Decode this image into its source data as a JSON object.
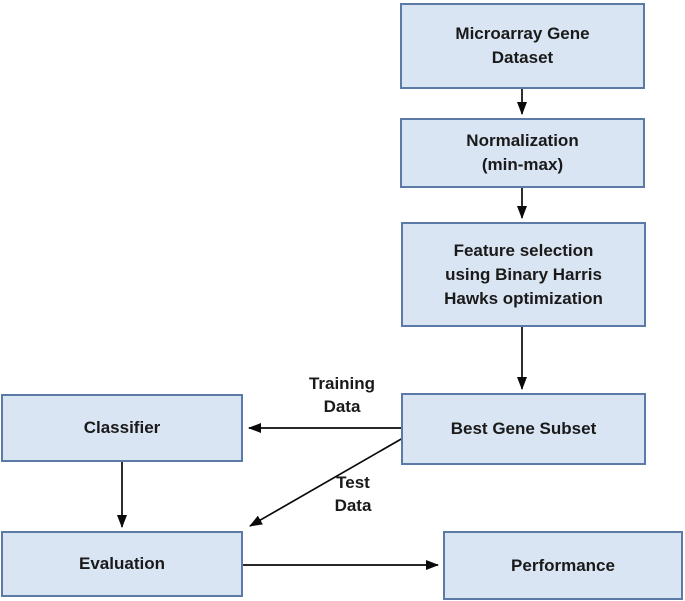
{
  "diagram": {
    "nodes": {
      "microarray": {
        "label": "Microarray Gene\nDataset"
      },
      "normalization": {
        "label": "Normalization\n(min-max)"
      },
      "feature_selection": {
        "label": "Feature selection\nusing Binary Harris\nHawks optimization"
      },
      "best_gene_subset": {
        "label": "Best Gene Subset"
      },
      "classifier": {
        "label": "Classifier"
      },
      "evaluation": {
        "label": "Evaluation"
      },
      "performance": {
        "label": "Performance"
      }
    },
    "edge_labels": {
      "training_data": "Training\nData",
      "test_data": "Test\nData"
    },
    "edges": [
      {
        "from": "microarray",
        "to": "normalization",
        "label": ""
      },
      {
        "from": "normalization",
        "to": "feature_selection",
        "label": ""
      },
      {
        "from": "feature_selection",
        "to": "best_gene_subset",
        "label": ""
      },
      {
        "from": "best_gene_subset",
        "to": "classifier",
        "label": "Training Data"
      },
      {
        "from": "best_gene_subset",
        "to": "evaluation",
        "label": "Test Data"
      },
      {
        "from": "classifier",
        "to": "evaluation",
        "label": ""
      },
      {
        "from": "evaluation",
        "to": "performance",
        "label": ""
      }
    ],
    "colors": {
      "node_fill": "#d9e5f3",
      "node_border": "#5b7aa6",
      "arrow": "#0a0a0a",
      "text": "#1a1a1a"
    }
  }
}
